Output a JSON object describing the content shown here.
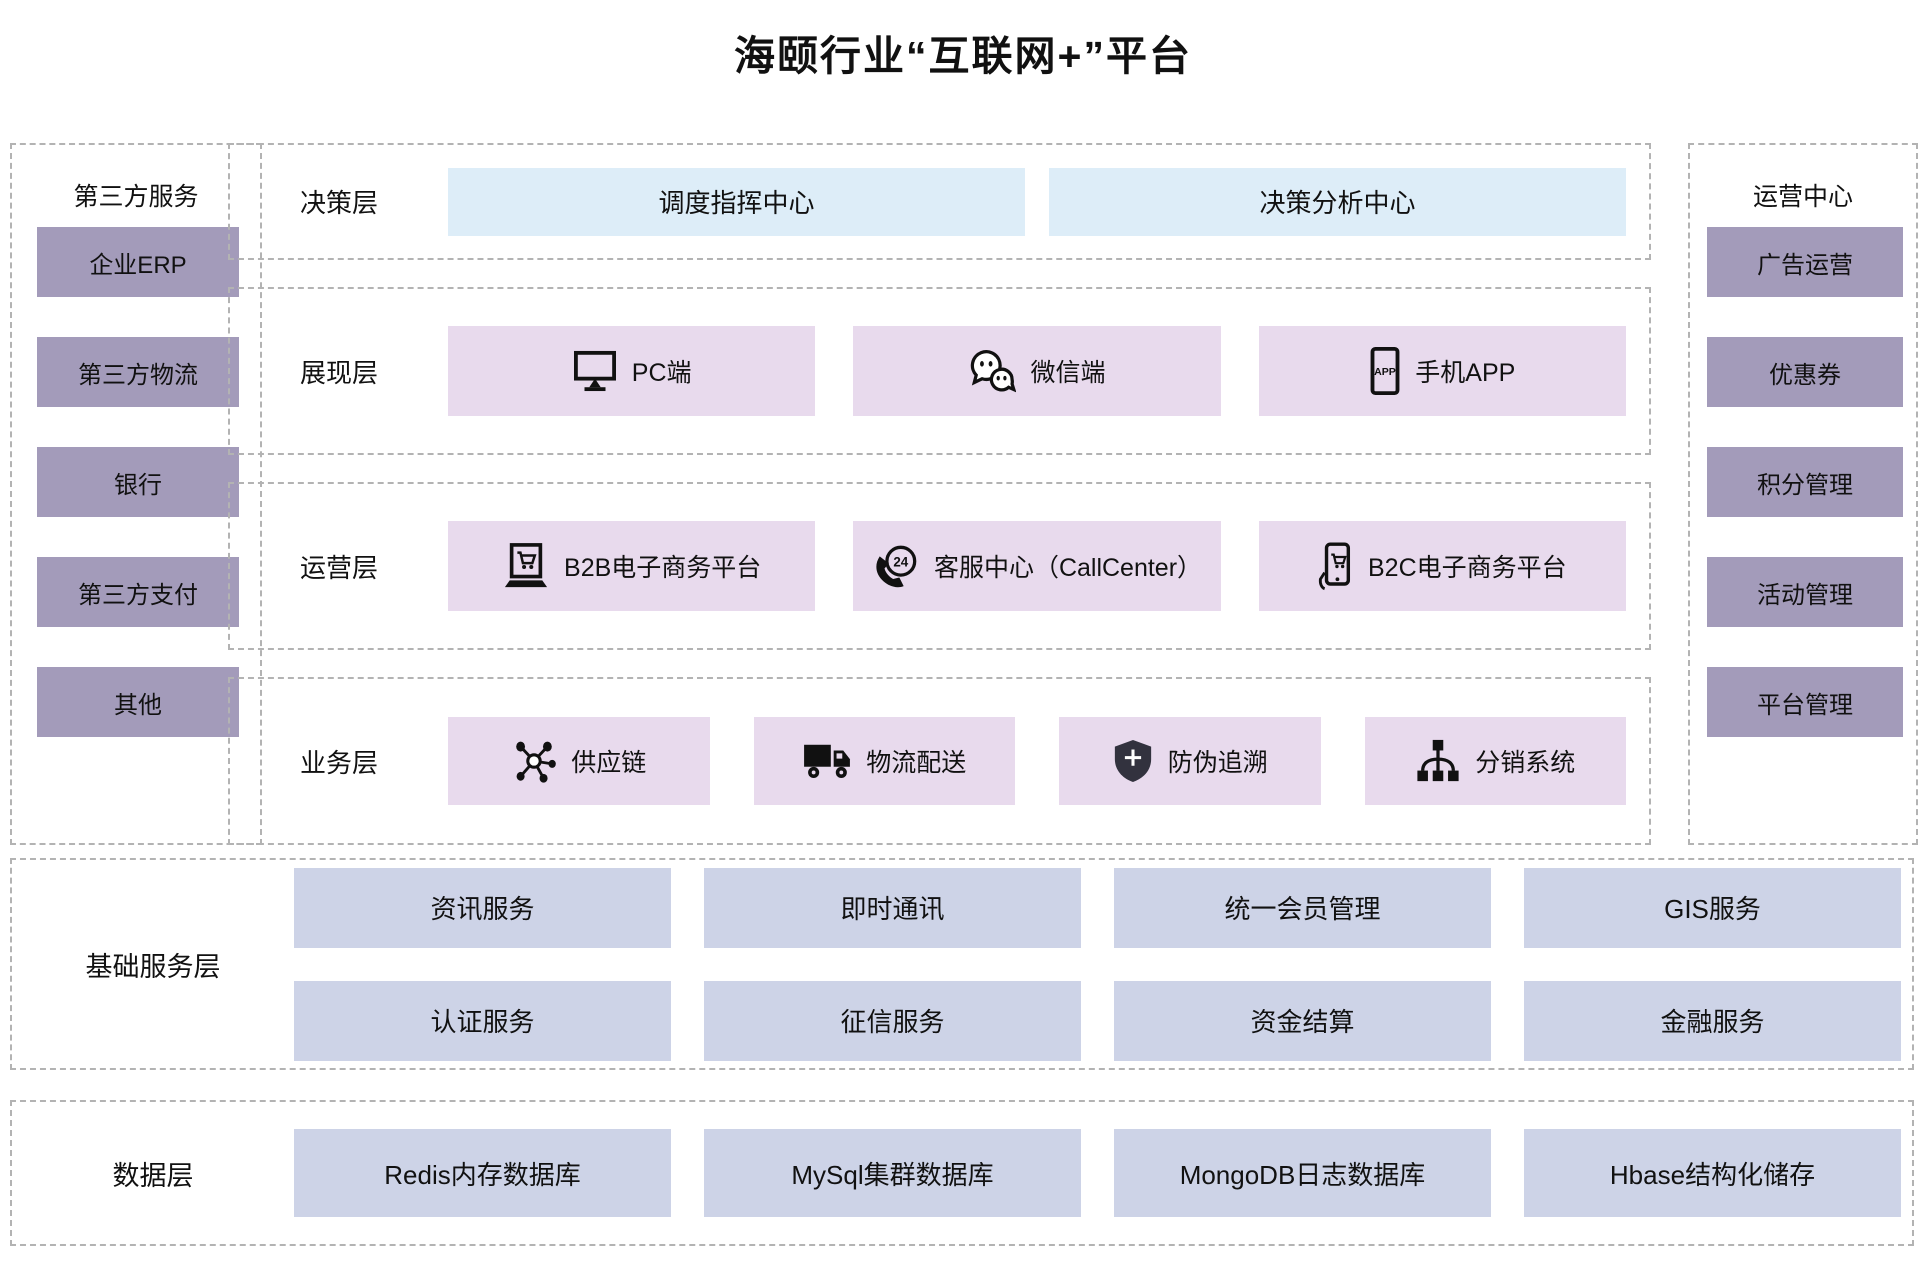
{
  "title": "海颐行业“互联网+”平台",
  "left_panel": {
    "title": "第三方服务",
    "items": [
      "企业ERP",
      "第三方物流",
      "银行",
      "第三方支付",
      "其他"
    ]
  },
  "right_panel": {
    "title": "运营中心",
    "items": [
      "广告运营",
      "优惠券",
      "积分管理",
      "活动管理",
      "平台管理"
    ]
  },
  "layers": {
    "decision": {
      "label": "决策层",
      "items": [
        "调度指挥中心",
        "决策分析中心"
      ]
    },
    "presentation": {
      "label": "展现层",
      "items": [
        {
          "icon": "monitor-icon",
          "label": "PC端"
        },
        {
          "icon": "wechat-icon",
          "label": "微信端"
        },
        {
          "icon": "mobile-app-icon",
          "label": "手机APP"
        }
      ]
    },
    "operation": {
      "label": "运营层",
      "items": [
        {
          "icon": "b2b-commerce-icon",
          "label": "B2B电子商务平台"
        },
        {
          "icon": "callcenter-24-icon",
          "label": "客服中心（CallCenter）"
        },
        {
          "icon": "b2c-commerce-icon",
          "label": "B2C电子商务平台"
        }
      ]
    },
    "business": {
      "label": "业务层",
      "items": [
        {
          "icon": "supply-chain-icon",
          "label": "供应链"
        },
        {
          "icon": "logistics-truck-icon",
          "label": "物流配送"
        },
        {
          "icon": "anti-fake-shield-icon",
          "label": "防伪追溯"
        },
        {
          "icon": "distribution-tree-icon",
          "label": "分销系统"
        }
      ]
    }
  },
  "base_services": {
    "label": "基础服务层",
    "rows": [
      [
        "资讯服务",
        "即时通讯",
        "统一会员管理",
        "GIS服务"
      ],
      [
        "认证服务",
        "征信服务",
        "资金结算",
        "金融服务"
      ]
    ]
  },
  "data_layer": {
    "label": "数据层",
    "items": [
      "Redis内存数据库",
      "MySql集群数据库",
      "MongoDB日志数据库",
      "Hbase结构化储存"
    ]
  },
  "colors": {
    "sidebar_box": "#a39bba",
    "decision_box": "#ddedf8",
    "presentation_box": "#e8daed",
    "service_box": "#cdd3e7",
    "dashed_border": "#b3b3b3",
    "text": "#111111"
  }
}
